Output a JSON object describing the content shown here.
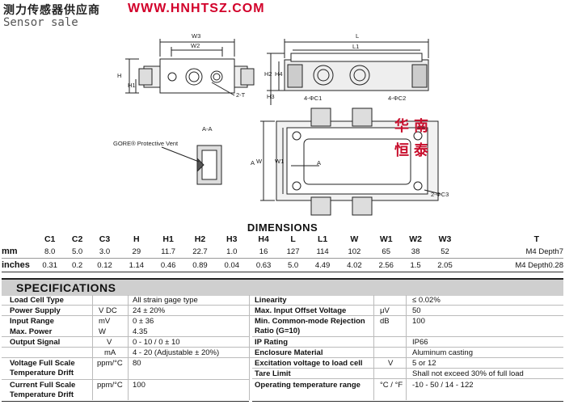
{
  "header": {
    "company_cn": "测力传感器供应商",
    "url": "WWW.HNHTSZ.COM",
    "subtitle": "Sensor sale"
  },
  "drawing": {
    "labels": {
      "W3": "W3",
      "W2": "W2",
      "H": "H",
      "H1": "H1",
      "T": "2-T",
      "L": "L",
      "L1": "L1",
      "H2": "H2",
      "H4": "H4",
      "H3": "H3",
      "C1": "4-ΦC1",
      "C2": "4-ΦC2",
      "C3": "2-ΦC3",
      "W": "W",
      "W1": "W1",
      "AA": "A-A",
      "A1": "A",
      "A2": "A",
      "vent": "GORE® Protective Vent"
    },
    "stamp": [
      "华",
      "南",
      "恒",
      "泰"
    ]
  },
  "dimensions": {
    "title": "DIMENSIONS",
    "columns": [
      "C1",
      "C2",
      "C3",
      "H",
      "H1",
      "H2",
      "H3",
      "H4",
      "L",
      "L1",
      "W",
      "W1",
      "W2",
      "W3",
      "T"
    ],
    "rows": [
      {
        "unit": "mm",
        "values": [
          "8.0",
          "5.0",
          "3.0",
          "29",
          "11.7",
          "22.7",
          "1.0",
          "16",
          "127",
          "114",
          "102",
          "65",
          "38",
          "52",
          "M4 Depth7"
        ]
      },
      {
        "unit": "inches",
        "values": [
          "0.31",
          "0.2",
          "0.12",
          "1.14",
          "0.46",
          "0.89",
          "0.04",
          "0.63",
          "5.0",
          "4.49",
          "4.02",
          "2.56",
          "1.5",
          "2.05",
          "M4 Depth0.28"
        ]
      }
    ]
  },
  "specifications": {
    "title": "SPECIFICATIONS",
    "left": [
      {
        "label": "Load Cell Type",
        "unit": "",
        "value": "All strain gage type"
      },
      {
        "label": "Power Supply",
        "unit": "V DC",
        "value": "24 ± 20%"
      },
      {
        "label": "Input Range",
        "unit": "mV",
        "value": "0 ± 36"
      },
      {
        "label": "Max. Power",
        "unit": "W",
        "value": "4.35"
      },
      {
        "label": "Output Signal",
        "unit": "V",
        "value": "0 - 10 / 0 ± 10"
      },
      {
        "label": "",
        "unit": "mA",
        "value": "4 - 20 (Adjustable ± 20%)"
      },
      {
        "label": "Voltage Full Scale Temperature Drift",
        "unit": "ppm/°C",
        "value": "80"
      },
      {
        "label": "Current Full Scale Temperature Drift",
        "unit": "ppm/°C",
        "value": "100"
      }
    ],
    "right": [
      {
        "label": "Linearity",
        "unit": "",
        "value": "≤ 0.02%"
      },
      {
        "label": "Max. Input Offset Voltage",
        "unit": "μV",
        "value": "50"
      },
      {
        "label": "Min. Common-mode Rejection Ratio (G=10)",
        "unit": "dB",
        "value": "100"
      },
      {
        "label": "IP Rating",
        "unit": "",
        "value": "IP66"
      },
      {
        "label": "Enclosure Material",
        "unit": "",
        "value": "Aluminum casting"
      },
      {
        "label": "Excitation voltage to load cell",
        "unit": "V",
        "value": "5 or 12"
      },
      {
        "label": "Tare Limit",
        "unit": "",
        "value": "Shall not exceed 30% of full load"
      },
      {
        "label": "Operating temperature range",
        "unit": "°C / °F",
        "value": "-10 - 50 / 14 - 122"
      }
    ]
  }
}
